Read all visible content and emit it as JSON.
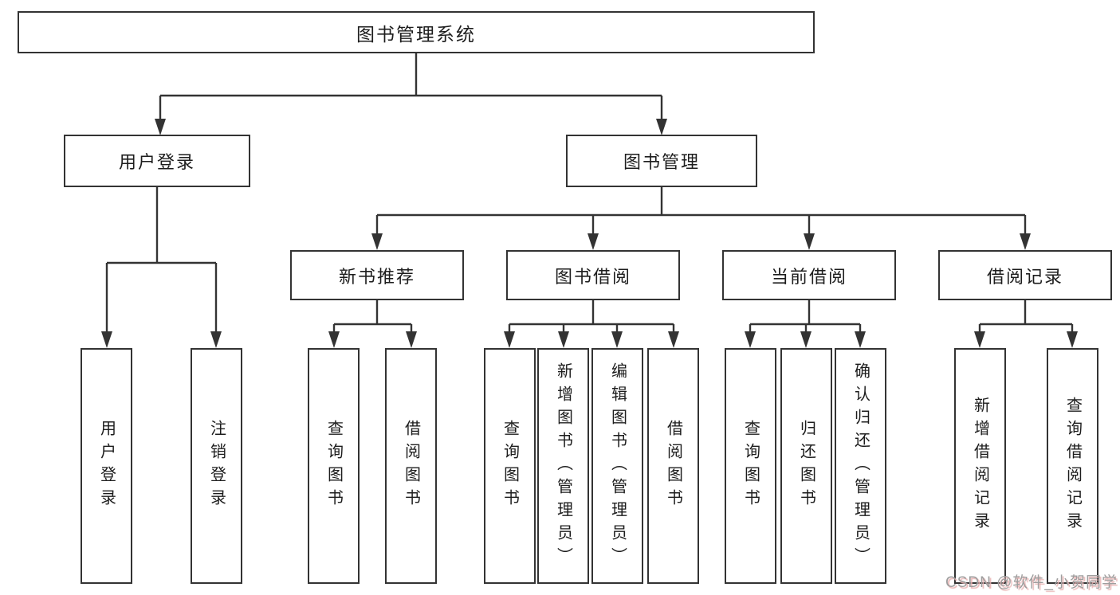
{
  "colors": {
    "line": "#333333",
    "border": "#333333",
    "text": "#1d1d1d",
    "background": "#ffffff",
    "watermark": "#9e9e9e",
    "watermark_shadow": "#e9b3b3"
  },
  "tree": {
    "label": "图书管理系统",
    "children": [
      {
        "label": "用户登录",
        "children": [
          {
            "label": "用户登录"
          },
          {
            "label": "注销登录"
          }
        ]
      },
      {
        "label": "图书管理",
        "children": [
          {
            "label": "新书推荐",
            "children": [
              {
                "label": "查询图书"
              },
              {
                "label": "借阅图书"
              }
            ]
          },
          {
            "label": "图书借阅",
            "children": [
              {
                "label": "查询图书"
              },
              {
                "label": "新增图书（管理员）"
              },
              {
                "label": "编辑图书（管理员）"
              },
              {
                "label": "借阅图书"
              }
            ]
          },
          {
            "label": "当前借阅",
            "children": [
              {
                "label": "查询图书"
              },
              {
                "label": "归还图书"
              },
              {
                "label": "确认归还（管理员）"
              }
            ]
          },
          {
            "label": "借阅记录",
            "children": [
              {
                "label": "新增借阅记录"
              },
              {
                "label": "查询借阅记录"
              }
            ]
          }
        ]
      }
    ]
  },
  "watermark": {
    "text": "CSDN @软件_小贺同学"
  }
}
